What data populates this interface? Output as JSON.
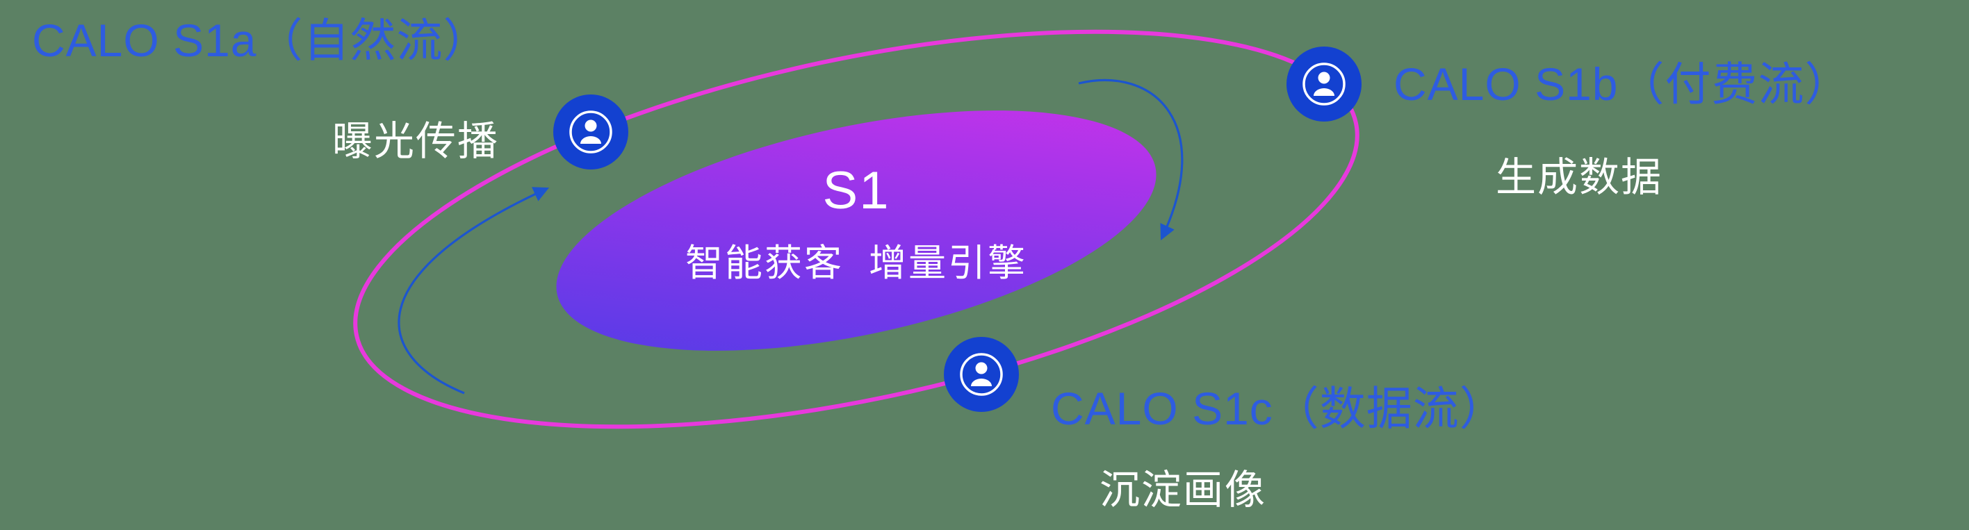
{
  "center": {
    "title": "S1",
    "subtitle": "智能获客  增量引擎"
  },
  "nodes": [
    {
      "id": "s1a",
      "title": "CALO S1a（自然流）",
      "subtitle": "曝光传播"
    },
    {
      "id": "s1b",
      "title": "CALO S1b（付费流）",
      "subtitle": "生成数据"
    },
    {
      "id": "s1c",
      "title": "CALO S1c（数据流）",
      "subtitle": "沉淀画像"
    }
  ],
  "icons": {
    "node_icon": "person-icon"
  },
  "colors": {
    "background": "#5c8164",
    "title_blue": "#2e5ce0",
    "node_blue": "#1341d0",
    "orbit_pink": "#e839dd",
    "grad_start": "#4a3de6",
    "grad_mid": "#8b36ea",
    "grad_end": "#d232e9",
    "arrow_blue": "#1c55cf",
    "white": "#ffffff"
  }
}
